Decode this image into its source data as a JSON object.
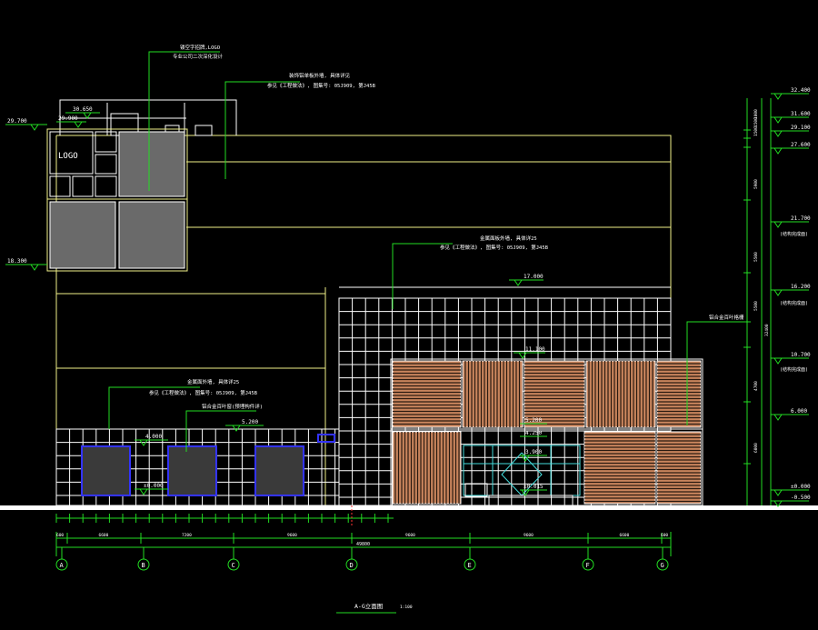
{
  "drawing_title": "A-G立面图",
  "scale": "1:100",
  "logo_text": "LOGO",
  "level_marks_left": [
    {
      "value": "30.650"
    },
    {
      "value": "29.900"
    },
    {
      "value": "29.700"
    },
    {
      "value": "18.300"
    },
    {
      "value": "17.000"
    },
    {
      "value": "11.100"
    },
    {
      "value": "5.200"
    },
    {
      "value": "4.000"
    },
    {
      "value": "±0.000"
    },
    {
      "value": "3.900"
    },
    {
      "value": "4.250"
    },
    {
      "value": "5.200"
    },
    {
      "value": "±0.015"
    }
  ],
  "level_marks_right": [
    {
      "value": "32.400"
    },
    {
      "value": "31.600"
    },
    {
      "value": "29.100"
    },
    {
      "value": "27.600"
    },
    {
      "value": "21.700"
    },
    {
      "value": "(结构完成面)"
    },
    {
      "value": "16.200"
    },
    {
      "value": "(结构完成面)"
    },
    {
      "value": "10.700"
    },
    {
      "value": "(结构完成面)"
    },
    {
      "value": "6.000"
    },
    {
      "value": "±0.000"
    },
    {
      "value": "-0.500"
    }
  ],
  "right_dims": [
    "1000",
    "1500",
    "1500",
    "5900",
    "5500",
    "5500",
    "4700",
    "6000",
    "32400"
  ],
  "annotations": [
    {
      "line1": "镂空字招牌,LOGO",
      "line2": "专业公司二次深化设计"
    },
    {
      "line1": "装饰铝单板外墙, 具体详见",
      "line2": "参见《工程做法》, 图集号: 05J909, 第J45B"
    },
    {
      "line1": "金属面板外墙, 具体详25",
      "line2": "参见《工程做法》, 图集号: 05J909, 第J45B"
    },
    {
      "line1": "金属面外墙, 具体详25",
      "line2": "参见《工程做法》, 图集号: 05J909, 第J45B"
    },
    {
      "line1": "铝合金百叶窗(预埋构件详)",
      "line2": ""
    },
    {
      "line1": "铝合金百叶格栅",
      "line2": ""
    }
  ],
  "bottom_dims": [
    "600",
    "6600",
    "7200",
    "9600",
    "9600",
    "9600",
    "6600",
    "600"
  ],
  "total_dim": "49800",
  "axes": [
    "A",
    "B",
    "C",
    "D",
    "E",
    "F",
    "G"
  ]
}
